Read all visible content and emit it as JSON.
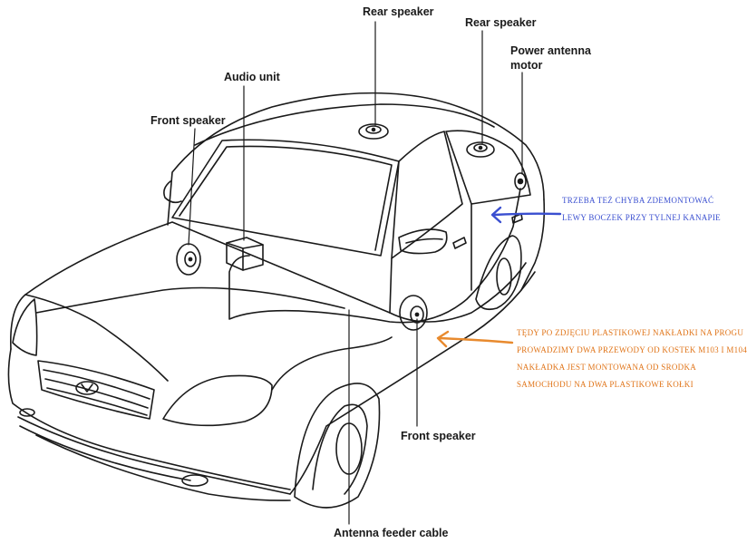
{
  "labels": {
    "rear_speaker_top": "Rear speaker",
    "rear_speaker_right": "Rear speaker",
    "power_antenna_motor_line1": "Power antenna",
    "power_antenna_motor_line2": "motor",
    "audio_unit": "Audio unit",
    "front_speaker_left": "Front speaker",
    "front_speaker_bottom": "Front speaker",
    "antenna_feeder_cable": "Antenna feeder cable"
  },
  "notes": {
    "blue": {
      "color": "#3a4fd0",
      "lines": [
        "TRZEBA TEŻ CHYBA ZDEMONTOWAĆ",
        "LEWY BOCZEK PRZY TYLNEJ KANAPIE"
      ]
    },
    "orange": {
      "color": "#e07418",
      "lines": [
        "TĘDY PO ZDJĘCIU PLASTIKOWEJ NAKŁADKI NA PROGU",
        "PROWADZIMY DWA PRZEWODY OD KOSTEK M103 I M104",
        "NAKŁADKA JEST MONTOWANA OD SRODKA",
        "SAMOCHODU NA DWA PLASTIKOWE KOŁKI"
      ]
    }
  }
}
